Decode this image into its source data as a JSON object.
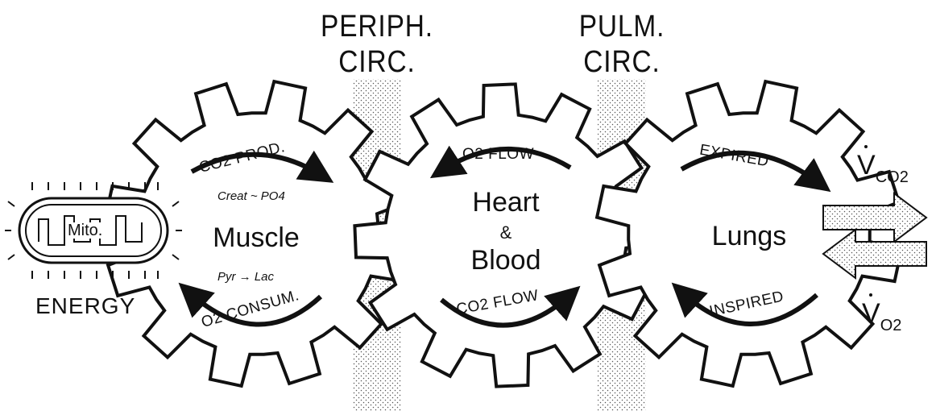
{
  "headers": {
    "periph_line1": "PERIPH.",
    "periph_line2": "CIRC.",
    "pulm_line1": "PULM.",
    "pulm_line2": "CIRC."
  },
  "mito": {
    "label": "Mito.",
    "caption": "ENERGY"
  },
  "muscle": {
    "title": "Muscle",
    "top_arc": "CO2 PROD.",
    "top_sub": "Creat ~ PO4",
    "bottom_sub": "Pyr → Lac",
    "bottom_arc": "O2 CONSUM."
  },
  "heart": {
    "line1": "Heart",
    "line2": "&",
    "line3": "Blood",
    "top_arc": "O2 FLOW",
    "bottom_arc": "CO2 FLOW"
  },
  "lungs": {
    "title": "Lungs",
    "top_arc": "EXPIRED",
    "bottom_arc": "INSPIRED"
  },
  "flux": {
    "vco2_main": "V",
    "vco2_sub": "CO2",
    "vo2_main": "V",
    "vo2_sub": "O2"
  }
}
